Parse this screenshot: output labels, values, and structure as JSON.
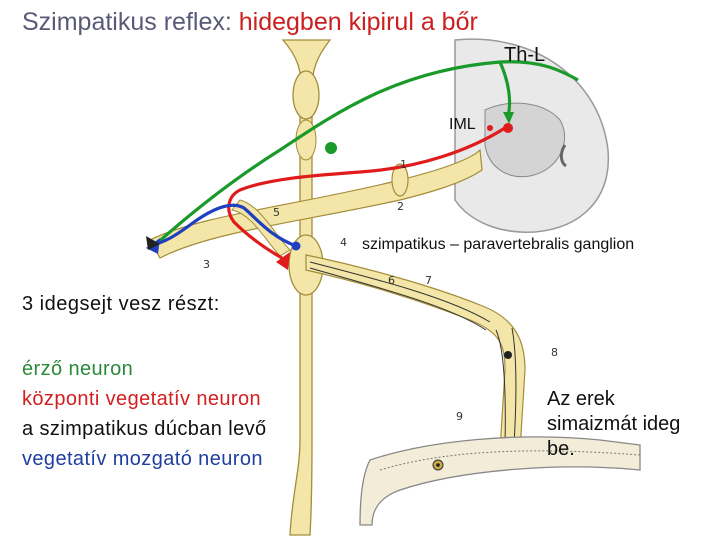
{
  "title": {
    "part1": "Szimpatikus reflex:",
    "part2": "hidegben kipirul a bőr"
  },
  "labels": {
    "segment": "Th-L",
    "iml": "IML",
    "ganglion": "szimpatikus – paravertebralis ganglion"
  },
  "figure_numbers": [
    "1",
    "2",
    "3",
    "4",
    "5",
    "6",
    "7",
    "8",
    "9"
  ],
  "neurons": {
    "heading": "3 idegsejt vesz részt:",
    "items": [
      {
        "text": "érző neuron",
        "color": "#2a8a3a"
      },
      {
        "text": "központi vegetatív neuron",
        "color": "#d21f1f"
      },
      {
        "text": "a szimpatikus dúcban levő",
        "color": "#111111"
      },
      {
        "text": "vegetatív mozgató neuron",
        "color": "#1f3fa0"
      }
    ]
  },
  "note": {
    "line1": "Az erek",
    "line2": "simaizmát ideg",
    "line3": "be."
  },
  "colors": {
    "sensory": "#1a9a2a",
    "central": "#e01b1b",
    "motor": "#1f3fc0",
    "nerve": "#f3e6a8"
  }
}
